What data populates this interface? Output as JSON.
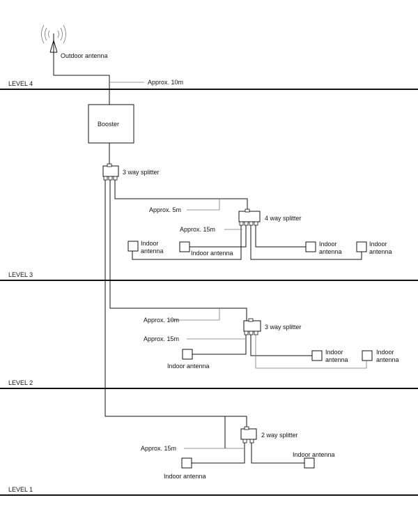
{
  "levels": {
    "level4": "LEVEL 4",
    "level3": "LEVEL 3",
    "level2": "LEVEL 2",
    "level1": "LEVEL 1"
  },
  "outdoor_antenna": "Outdoor antenna",
  "booster": "Booster",
  "splitters": {
    "main": "3 way splitter",
    "level3": "4 way splitter",
    "level2": "3 way splitter",
    "level1": "2 way splitter"
  },
  "cable_lengths": {
    "outdoor_run": "Approx. 10m",
    "l3_feed": "Approx. 5m",
    "l3_drop": "Approx. 15m",
    "l2_feed": "Approx. 10m",
    "l2_drop": "Approx. 15m",
    "l1_drop": "Approx. 15m"
  },
  "indoor_antennas": {
    "l3_a": [
      "Indoor",
      "antenna"
    ],
    "l3_b": "Indoor antenna",
    "l3_c": [
      "Indoor",
      "antenna"
    ],
    "l3_d": [
      "Indoor",
      "antenna"
    ],
    "l2_a": "Indoor antenna",
    "l2_b": [
      "Indoor",
      "antenna"
    ],
    "l2_c": [
      "Indoor",
      "antenna"
    ],
    "l1_a": "Indoor antenna",
    "l1_b": "Indoor antenna"
  }
}
